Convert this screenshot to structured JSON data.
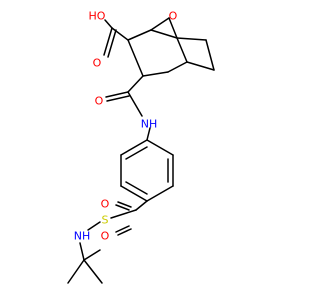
{
  "molecule": {
    "colors": {
      "bond": "#000000",
      "O": "#ff0000",
      "N": "#0000ff",
      "S": "#cccc00",
      "H": "#000000"
    },
    "labels": {
      "cooh_ho": "HO",
      "cooh_o": "O",
      "bridge_o": "O",
      "amide_o": "O",
      "amide_nh": "NH",
      "so2_o_top": "O",
      "so2_s": "S",
      "so2_o_bottom": "O",
      "sulfonamide_nh": "NH"
    }
  }
}
